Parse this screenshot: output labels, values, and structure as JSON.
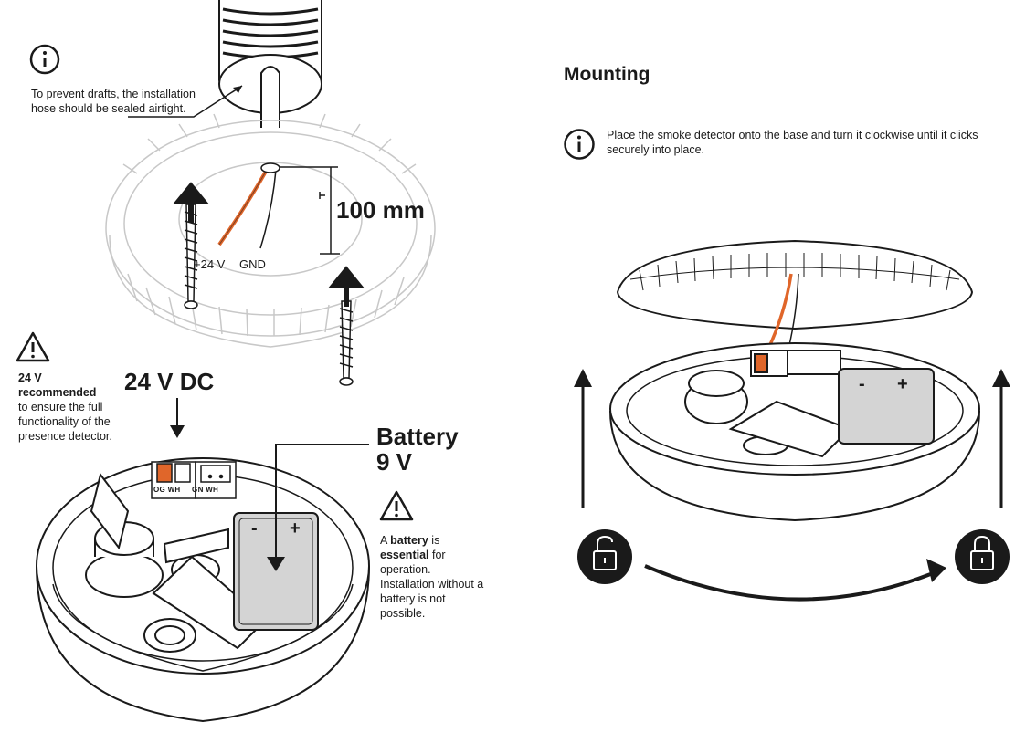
{
  "left": {
    "hose_note": "To prevent drafts, the installation hose should be sealed airtight.",
    "dimension_label": "100 mm",
    "wire_labels": {
      "plus": "+24 V",
      "gnd": "GND"
    },
    "warning_24v": {
      "title_line1": "24 V",
      "title_line2": "recommended",
      "rest": "to ensure the full functionality of the presence detector."
    },
    "dc_label": "24 V DC",
    "battery_label_line1": "Battery",
    "battery_label_line2": "9 V",
    "battery_signs": {
      "minus": "-",
      "plus": "+"
    },
    "terminal_labels": {
      "og": "OG",
      "wh1": "WH",
      "gn": "GN",
      "wh2": "WH"
    },
    "battery_note": {
      "prefix": "A ",
      "bold1": "battery",
      "mid1": " is",
      "bold2": "essential",
      "mid2": " for operation. Installation without a battery is not possible."
    }
  },
  "right": {
    "heading": "Mounting",
    "instruction": "Place the smoke detector onto the base and turn it clockwise until it clicks securely into place.",
    "battery_signs": {
      "minus": "-",
      "plus": "+"
    }
  },
  "colors": {
    "accent_orange": "#e0662a",
    "line": "#1a1a1a",
    "faint": "#c8c8c8"
  }
}
